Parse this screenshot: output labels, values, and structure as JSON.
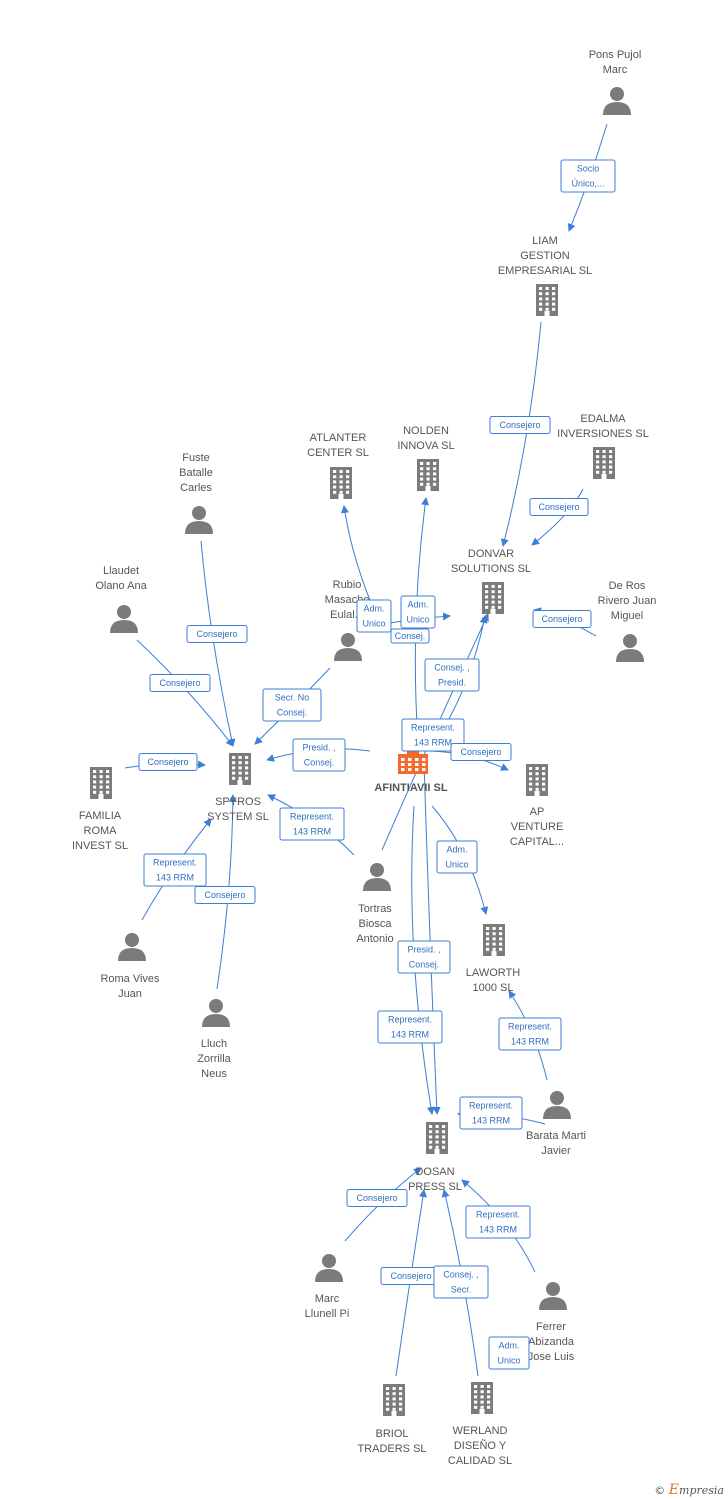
{
  "colors": {
    "edge": "#3b7fd6",
    "icon": "#7b7b7b",
    "center_icon": "#f26a2e",
    "label": "#555555"
  },
  "nodes": [
    {
      "id": "pons",
      "type": "person",
      "label": [
        "Pons Pujol",
        "Marc"
      ]
    },
    {
      "id": "liam",
      "type": "company",
      "label": [
        "LIAM",
        "GESTION",
        "EMPRESARIAL SL"
      ]
    },
    {
      "id": "edalma",
      "type": "company",
      "label": [
        "EDALMA",
        "INVERSIONES SL"
      ]
    },
    {
      "id": "donvar",
      "type": "company",
      "label": [
        "DONVAR",
        "SOLUTIONS SL"
      ]
    },
    {
      "id": "atlanter",
      "type": "company",
      "label": [
        "ATLANTER",
        "CENTER SL"
      ]
    },
    {
      "id": "nolden",
      "type": "company",
      "label": [
        "NOLDEN",
        "INNOVA SL"
      ]
    },
    {
      "id": "fuste",
      "type": "person",
      "label": [
        "Fuste",
        "Batalle",
        "Carles"
      ]
    },
    {
      "id": "llaudet",
      "type": "person",
      "label": [
        "Llaudet",
        "Olano Ana"
      ]
    },
    {
      "id": "rubio",
      "type": "person",
      "label": [
        "Rubio",
        "Masache",
        "Eulal..."
      ]
    },
    {
      "id": "deros",
      "type": "person",
      "label": [
        "De Ros",
        "Rivero Juan",
        "Miguel"
      ]
    },
    {
      "id": "afintia",
      "type": "center",
      "label": [
        "AFINTIAVII SL"
      ]
    },
    {
      "id": "spyros",
      "type": "company",
      "label": [
        "SPYROS",
        "SYSTEM SL"
      ]
    },
    {
      "id": "familia",
      "type": "company",
      "label": [
        "FAMILIA",
        "ROMA",
        "INVEST SL"
      ]
    },
    {
      "id": "ap",
      "type": "company",
      "label": [
        "AP",
        "VENTURE",
        "CAPITAL..."
      ]
    },
    {
      "id": "tortras",
      "type": "person",
      "label": [
        "Tortras",
        "Biosca",
        "Antonio"
      ]
    },
    {
      "id": "roma",
      "type": "person",
      "label": [
        "Roma Vives",
        "Juan"
      ]
    },
    {
      "id": "lluch",
      "type": "person",
      "label": [
        "Lluch",
        "Zorrilla",
        "Neus"
      ]
    },
    {
      "id": "laworth",
      "type": "company",
      "label": [
        "LAWORTH",
        "1000 SL"
      ]
    },
    {
      "id": "barata",
      "type": "person",
      "label": [
        "Barata Marti",
        "Javier"
      ]
    },
    {
      "id": "dosan",
      "type": "company",
      "label": [
        "DOSAN",
        "PRESS SL"
      ]
    },
    {
      "id": "marc",
      "type": "person",
      "label": [
        "Marc",
        "Llunell Pi"
      ]
    },
    {
      "id": "ferrer",
      "type": "person",
      "label": [
        "Ferrer",
        "Abizanda",
        "Jose Luis"
      ]
    },
    {
      "id": "briol",
      "type": "company",
      "label": [
        "BRIOL",
        "TRADERS SL"
      ]
    },
    {
      "id": "werland",
      "type": "company",
      "label": [
        "WERLAND",
        "DISEÑO Y",
        "CALIDAD SL"
      ]
    }
  ],
  "edges": [
    {
      "from": "pons",
      "to": "liam",
      "label": [
        "Socio",
        "Único,..."
      ]
    },
    {
      "from": "liam",
      "to": "donvar",
      "label": [
        "Consejero"
      ]
    },
    {
      "from": "edalma",
      "to": "donvar",
      "label": [
        "Consejero"
      ]
    },
    {
      "from": "deros",
      "to": "donvar",
      "label": [
        "Consejero"
      ]
    },
    {
      "from": "rubio",
      "to": "atlanter",
      "label": [
        "Adm.",
        "Unico"
      ]
    },
    {
      "from": "afintia",
      "to": "nolden",
      "label": [
        "Adm.",
        "Unico"
      ]
    },
    {
      "from": "rubio",
      "to": "donvar",
      "label": [
        "Consej."
      ]
    },
    {
      "from": "afintia",
      "to": "donvar",
      "label": [
        "Consej. ,",
        "Presid."
      ]
    },
    {
      "from": "tortras",
      "to": "donvar",
      "label": [
        "Represent.",
        "143 RRM"
      ]
    },
    {
      "from": "afintia",
      "to": "ap",
      "label": [
        "Consejero"
      ]
    },
    {
      "from": "fuste",
      "to": "spyros",
      "label": [
        "Consejero"
      ]
    },
    {
      "from": "llaudet",
      "to": "spyros",
      "label": [
        "Consejero"
      ]
    },
    {
      "from": "rubio",
      "to": "spyros",
      "label": [
        "Secr. No",
        "Consej."
      ]
    },
    {
      "from": "afintia",
      "to": "spyros",
      "label": [
        "Presid. ,",
        "Consej."
      ]
    },
    {
      "from": "familia",
      "to": "spyros",
      "label": [
        "Consejero"
      ]
    },
    {
      "from": "tortras",
      "to": "spyros",
      "label": [
        "Represent.",
        "143 RRM"
      ]
    },
    {
      "from": "roma",
      "to": "spyros",
      "label": [
        "Represent.",
        "143 RRM"
      ]
    },
    {
      "from": "lluch",
      "to": "spyros",
      "label": [
        "Consejero"
      ]
    },
    {
      "from": "afintia",
      "to": "laworth",
      "label": [
        "Adm.",
        "Unico"
      ]
    },
    {
      "from": "barata",
      "to": "laworth",
      "label": [
        "Represent.",
        "143 RRM"
      ]
    },
    {
      "from": "afintia",
      "to": "dosan",
      "label": [
        "Presid. ,",
        "Consej."
      ]
    },
    {
      "from": "tortras",
      "to": "dosan",
      "label": [
        "Represent.",
        "143 RRM"
      ]
    },
    {
      "from": "barata",
      "to": "dosan",
      "label": [
        "Represent.",
        "143 RRM"
      ]
    },
    {
      "from": "marc",
      "to": "dosan",
      "label": [
        "Consejero"
      ]
    },
    {
      "from": "briol",
      "to": "dosan",
      "label": [
        "Consejero"
      ]
    },
    {
      "from": "werland",
      "to": "dosan",
      "label": [
        "Consej. ,",
        "Secr."
      ]
    },
    {
      "from": "ferrer",
      "to": "dosan",
      "label": [
        "Represent.",
        "143 RRM"
      ]
    },
    {
      "from": "werland",
      "to": "werland",
      "label": [
        "Adm.",
        "Unico"
      ]
    }
  ],
  "footer": {
    "symbol": "©",
    "brand_initial": "E",
    "brand_rest": "mpresia"
  }
}
